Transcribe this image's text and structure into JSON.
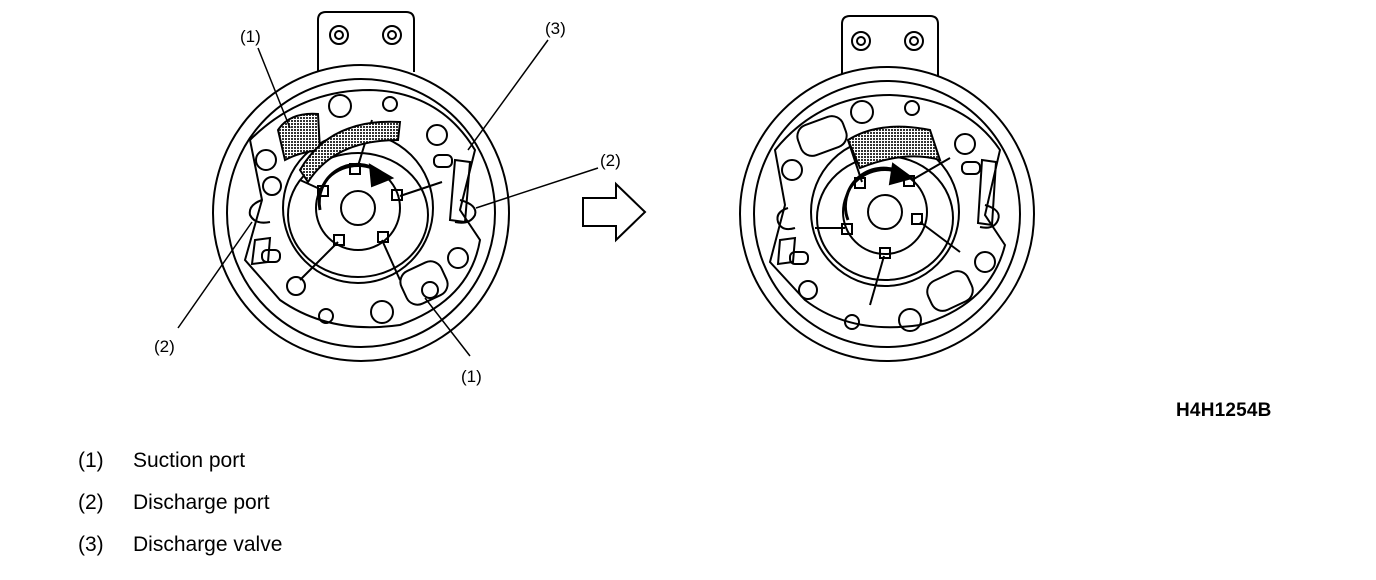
{
  "callouts": {
    "left_suction_top": "(1)",
    "left_valve_top": "(3)",
    "left_discharge_right": "(2)",
    "left_discharge_left": "(2)",
    "left_suction_bottom": "(1)"
  },
  "figure_code": "H4H1254B",
  "legend": [
    {
      "num": "(1)",
      "label": "Suction port"
    },
    {
      "num": "(2)",
      "label": "Discharge port"
    },
    {
      "num": "(3)",
      "label": "Discharge valve"
    }
  ],
  "colors": {
    "ink": "#000000",
    "background": "#ffffff",
    "hatch": "#555555"
  }
}
